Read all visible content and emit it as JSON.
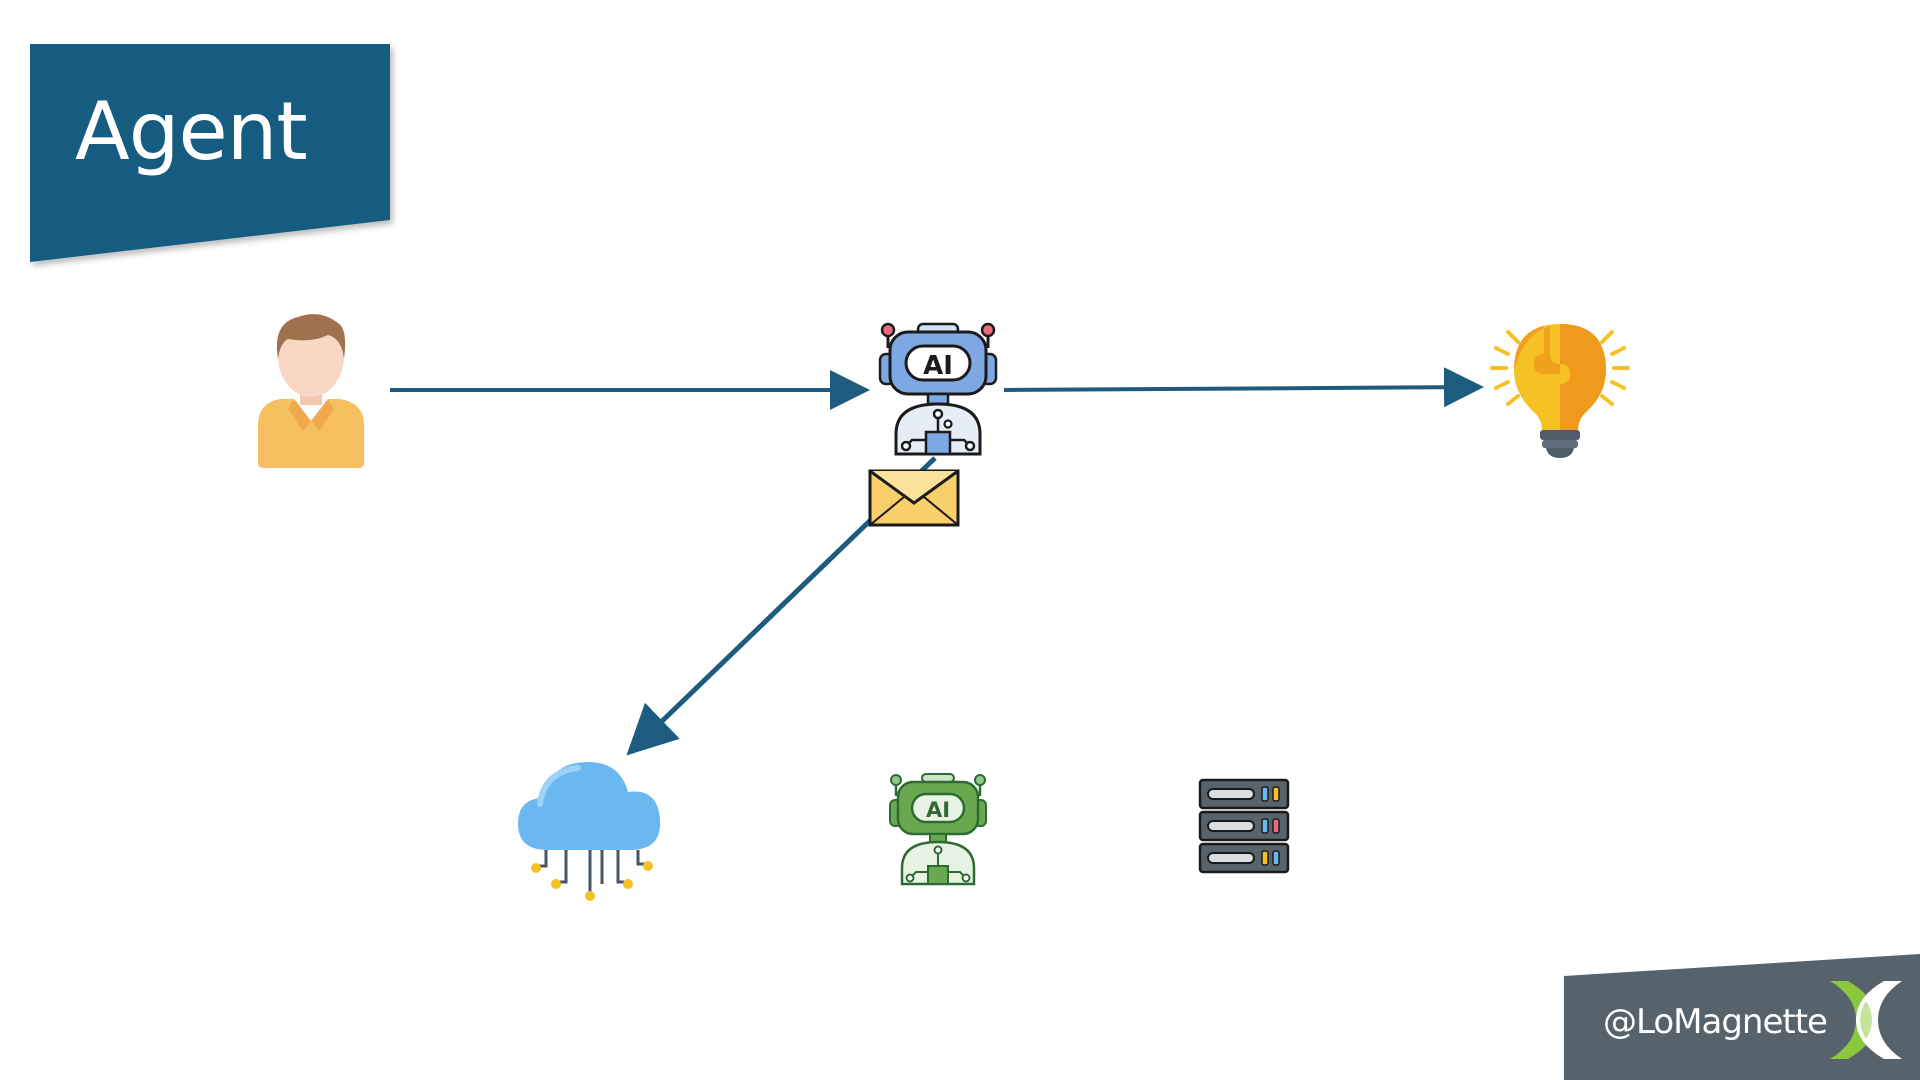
{
  "slide": {
    "title": "Agent",
    "footer_handle": "@LoMagnette"
  },
  "colors": {
    "banner": "#175c80",
    "arrow": "#1d5c7e",
    "footer": "#56626c",
    "logo_green": "#8cc63f",
    "person_shirt": "#f6bf5f",
    "envelope": "#f8cf6a",
    "cloud": "#6bb8f0",
    "robot_blue": "#7ea8e3",
    "robot_green": "#6aa84f",
    "bulb_yellow": "#f5c125",
    "bulb_orange": "#ef9a1c",
    "server": "#58636b"
  },
  "diagram": {
    "nodes": [
      {
        "id": "user",
        "icon": "person-icon"
      },
      {
        "id": "agent",
        "icon": "ai-robot-icon",
        "label": "AI"
      },
      {
        "id": "message",
        "icon": "envelope-icon"
      },
      {
        "id": "insight",
        "icon": "lightbulb-puzzle-icon"
      },
      {
        "id": "cloud",
        "icon": "cloud-network-icon"
      },
      {
        "id": "model",
        "icon": "ai-robot-green-icon",
        "label": "AI"
      },
      {
        "id": "server",
        "icon": "server-stack-icon"
      }
    ],
    "edges": [
      {
        "from": "user",
        "to": "agent"
      },
      {
        "from": "agent",
        "to": "insight"
      },
      {
        "from": "agent",
        "to": "cloud"
      }
    ]
  }
}
